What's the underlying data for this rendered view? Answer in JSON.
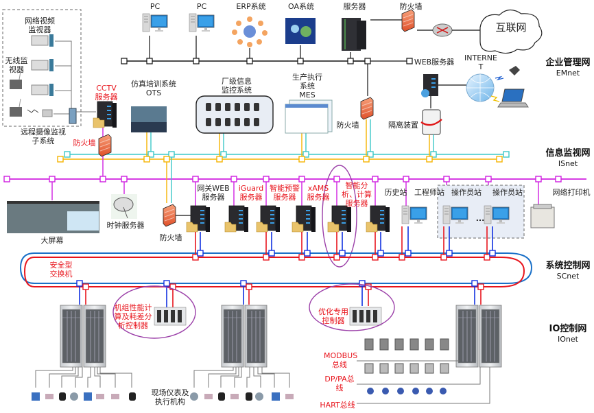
{
  "networks": {
    "emnet": {
      "name": "企业管理网",
      "code": "EMnet"
    },
    "isnet": {
      "name": "信息监视网",
      "code": "ISnet"
    },
    "scnet": {
      "name": "系统控制网",
      "code": "SCnet"
    },
    "ionet": {
      "name": "IO控制网",
      "code": "IOnet"
    }
  },
  "enterprise": {
    "pc1": "PC",
    "pc2": "PC",
    "erp": "ERP系统",
    "oa": "OA系统",
    "server": "服务器",
    "firewall_top": "防火墙",
    "internet_cloud": "互联网",
    "web_server": "WEB服务器",
    "internet": "INTERNE\nT",
    "isolation": "隔离装置",
    "firewall_mid": "防火墙",
    "mes": "生产执行\n系统\nMES",
    "plant_monitor": "厂级信息\n监控系统",
    "ots": "仿真培训系统\nOTS",
    "cctv": "CCTV\n服务器",
    "cctv_firewall": "防火墙",
    "video_monitor": "网络视频\n监视器",
    "wireless_monitor": "无线监\n视器",
    "remote_subsystem": "远程摄像监视\n子系统"
  },
  "info_monitor": {
    "big_screen": "大屏幕",
    "time_server": "时钟服务器",
    "firewall": "防火墙",
    "gateway_web": "网关WEB\n服务器",
    "iguard": "iGuard\n服务器",
    "alarm": "智能预警\n服务器",
    "xams": "xAMS\n服务器",
    "analysis": "智能分\n析、计算\n服务器",
    "history": "历史站",
    "engineer": "工程师站",
    "operator1": "操作员站",
    "operator2": "操作员站",
    "ellipsis": "...",
    "printer": "网络打印机"
  },
  "control": {
    "safe_switch": "安全型\n交换机",
    "perf_controller": "机组性能计\n算及耗差分\n析控制器",
    "opt_controller": "优化专用\n控制器",
    "field": "现场仪表及\n执行机构",
    "modbus": "MODBUS\n总线",
    "dppa": "DP/PA总\n线",
    "hart": "HART总线"
  },
  "colors": {
    "emnet_line": "#111111",
    "isnet_cyan": "#3cc8c8",
    "isnet_yellow": "#f5b400",
    "isnet_magenta": "#d020e0",
    "scnet_red": "#e8141c",
    "scnet_blue": "#1a70c8",
    "ionet_blue": "#1030e0",
    "highlight_ellipse": "#9b3fa8",
    "label_red": "#e8141c"
  }
}
